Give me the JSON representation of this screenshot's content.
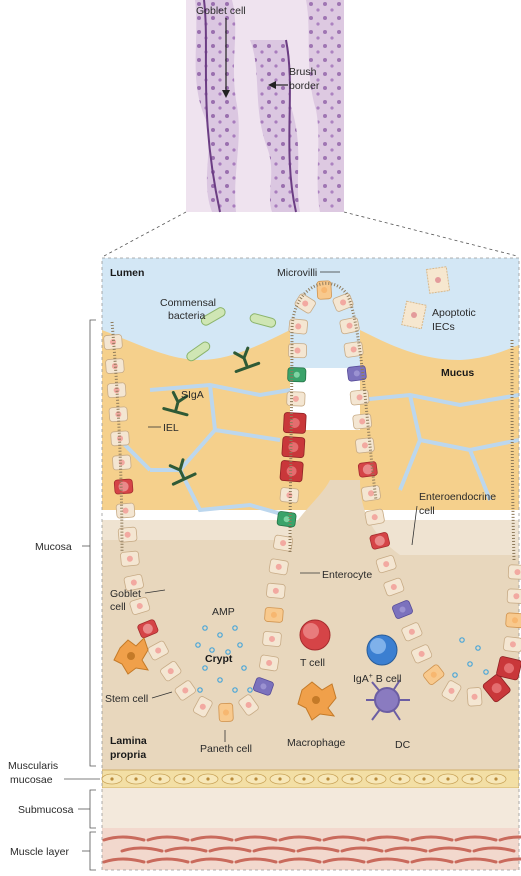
{
  "micrograph": {
    "goblet_cell": "Goblet cell",
    "brush_border_1": "Brush",
    "brush_border_2": "border"
  },
  "diagram": {
    "lumen": "Lumen",
    "microvilli": "Microvilli",
    "commensal_1": "Commensal",
    "commensal_2": "bacteria",
    "apoptotic_1": "Apoptotic",
    "apoptotic_2": "IECs",
    "mucus": "Mucus",
    "siga": "SIgA",
    "iel": "IEL",
    "enteroendocrine_1": "Enteroendocrine",
    "enteroendocrine_2": "cell",
    "mucosa": "Mucosa",
    "enterocyte": "Enterocyte",
    "goblet_1": "Goblet",
    "goblet_2": "cell",
    "amp": "AMP",
    "crypt": "Crypt",
    "t_cell": "T cell",
    "b_cell_pre": "IgA",
    "b_cell_sup": "+",
    "b_cell_post": " B cell",
    "stem_cell": "Stem cell",
    "paneth_cell": "Paneth cell",
    "macrophage": "Macrophage",
    "dc": "DC",
    "lamina_1": "Lamina",
    "lamina_2": "propria",
    "muscularis_1": "Muscularis",
    "muscularis_2": "mucosae",
    "submucosa": "Submucosa",
    "muscle_layer": "Muscle layer"
  },
  "colors": {
    "lumen": "#d3e7f5",
    "mucus": "#f5d08c",
    "lamina": "#e8d7bd",
    "submucosa": "#f3e9dc",
    "muscle": "#f2d8cd",
    "paneth": "#c9373a",
    "stem": "#3aa36a",
    "t_cell": "#d54447",
    "b_cell": "#3b7fd1",
    "macrophage": "#f0a04a",
    "dc": "#8a7bc0",
    "enteroendocrine": "#7c72bd",
    "antibody": "#2f5a36",
    "histology": "#b79ac8"
  }
}
